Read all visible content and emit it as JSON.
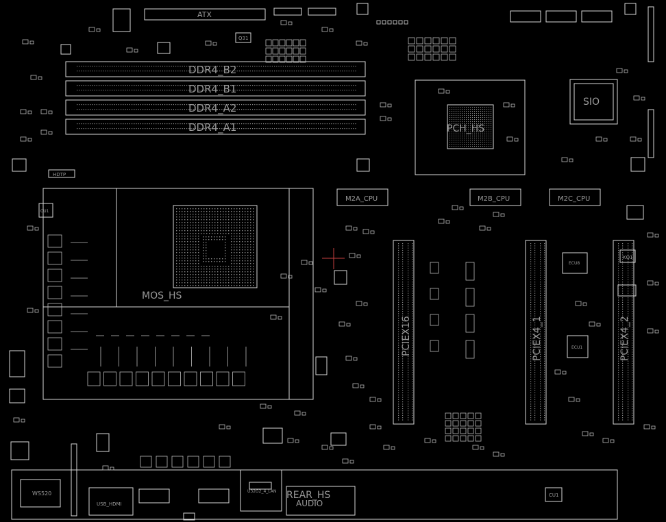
{
  "colors": {
    "background": "#000000",
    "outline": "#d8d8d8",
    "label": "#9a9a9a",
    "cursor": "#c84040"
  },
  "labels": {
    "atx": "ATX",
    "ddr4_b2": "DDR4_B2",
    "ddr4_b1": "DDR4_B1",
    "ddr4_a2": "DDR4_A2",
    "ddr4_a1": "DDR4_A1",
    "pch_hs": "PCH_HS",
    "sio": "SIO",
    "m2a": "M2A_CPU",
    "m2b": "M2B_CPU",
    "m2c": "M2C_CPU",
    "mos_hs": "MOS_HS",
    "pciex16": "PCIEX16",
    "pciex4_1": "PCIEX4_1",
    "pciex4_2": "PCIEX4_2",
    "rear_hs": "REAR_HS",
    "audio": "AUDIO",
    "hdtp": "HDTP",
    "q31": "Q31",
    "ws520": "WS520",
    "usb_hdmi": "USB_HDMI",
    "u32g2_lan": "U32G2_4_LAN",
    "ecu1": "ECU1",
    "ecu8": "ECU8",
    "kq1": "KQ1",
    "cu1": "CU1",
    "cu1b": "CU1"
  }
}
